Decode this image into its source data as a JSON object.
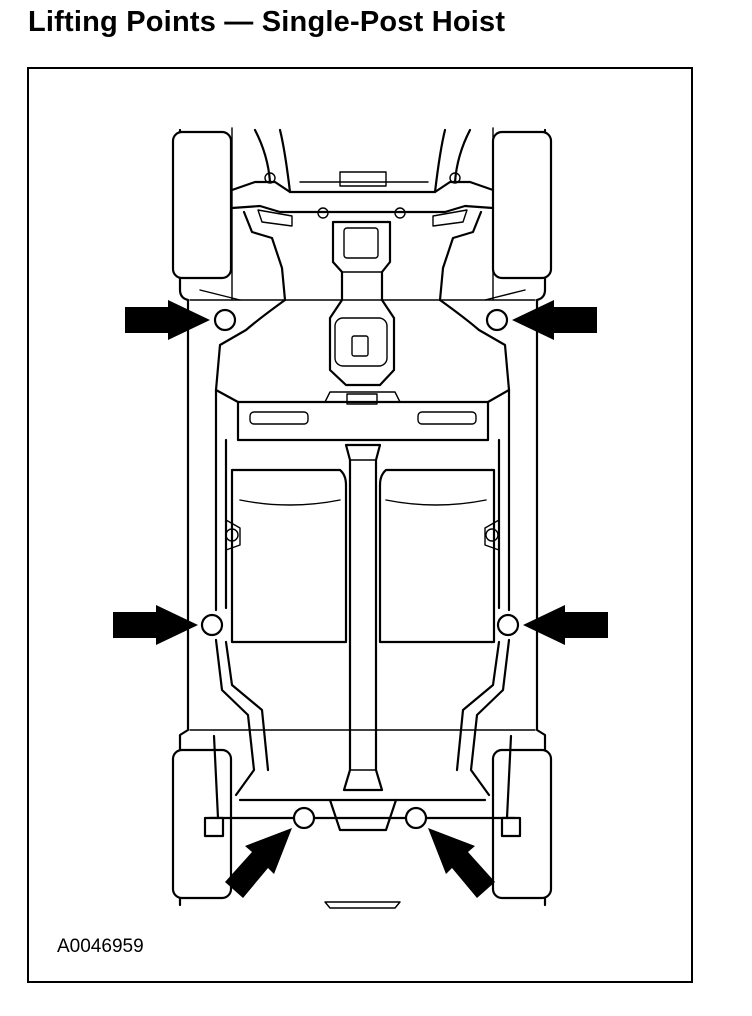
{
  "title": "Lifting Points — Single-Post Hoist",
  "figure_id": "A0046959",
  "lifting_points": [
    {
      "name": "front-left",
      "arrow": "left-pointing-right"
    },
    {
      "name": "front-right",
      "arrow": "right-pointing-left"
    },
    {
      "name": "middle-left",
      "arrow": "left-pointing-right"
    },
    {
      "name": "middle-right",
      "arrow": "right-pointing-left"
    },
    {
      "name": "rear-left",
      "arrow": "lower-left-pointing-up"
    },
    {
      "name": "rear-right",
      "arrow": "lower-right-pointing-up"
    }
  ]
}
